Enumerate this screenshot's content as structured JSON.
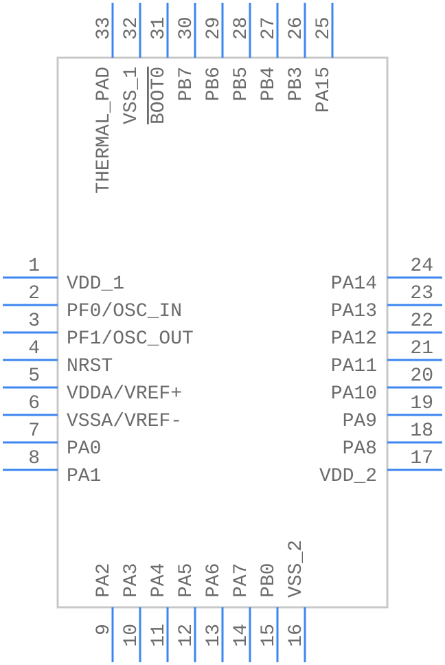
{
  "colors": {
    "pin": "#3d86f0",
    "body_stroke": "#c8c8c8",
    "text": "#6b6b6b",
    "background": "#ffffff"
  },
  "pins": {
    "left": [
      {
        "num": "1",
        "label": "VDD_1"
      },
      {
        "num": "2",
        "label": "PF0/OSC_IN"
      },
      {
        "num": "3",
        "label": "PF1/OSC_OUT"
      },
      {
        "num": "4",
        "label": "NRST"
      },
      {
        "num": "5",
        "label": "VDDA/VREF+"
      },
      {
        "num": "6",
        "label": "VSSA/VREF-"
      },
      {
        "num": "7",
        "label": "PA0"
      },
      {
        "num": "8",
        "label": "PA1"
      }
    ],
    "bottom": [
      {
        "num": "9",
        "label": "PA2"
      },
      {
        "num": "10",
        "label": "PA3"
      },
      {
        "num": "11",
        "label": "PA4"
      },
      {
        "num": "12",
        "label": "PA5"
      },
      {
        "num": "13",
        "label": "PA6"
      },
      {
        "num": "14",
        "label": "PA7"
      },
      {
        "num": "15",
        "label": "PB0"
      },
      {
        "num": "16",
        "label": "VSS_2"
      }
    ],
    "right": [
      {
        "num": "17",
        "label": "VDD_2"
      },
      {
        "num": "18",
        "label": "PA8"
      },
      {
        "num": "19",
        "label": "PA9"
      },
      {
        "num": "20",
        "label": "PA10"
      },
      {
        "num": "21",
        "label": "PA11"
      },
      {
        "num": "22",
        "label": "PA12"
      },
      {
        "num": "23",
        "label": "PA13"
      },
      {
        "num": "24",
        "label": "PA14"
      }
    ],
    "top": [
      {
        "num": "25",
        "label": "PA15"
      },
      {
        "num": "26",
        "label": "PB3"
      },
      {
        "num": "27",
        "label": "PB4"
      },
      {
        "num": "28",
        "label": "PB5"
      },
      {
        "num": "29",
        "label": "PB6"
      },
      {
        "num": "30",
        "label": "PB7"
      },
      {
        "num": "31",
        "label": "BOOT0",
        "overline": true
      },
      {
        "num": "32",
        "label": "VSS_1"
      },
      {
        "num": "33",
        "label": "THERMAL_PAD"
      }
    ]
  }
}
